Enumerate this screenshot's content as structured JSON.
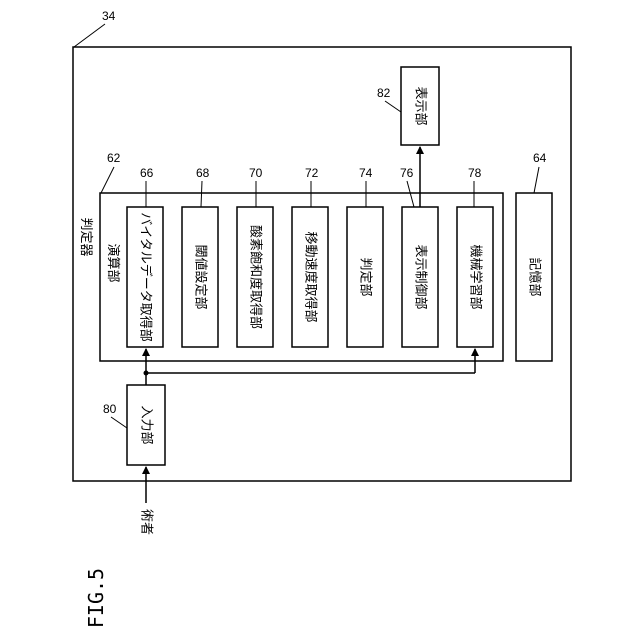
{
  "figure": {
    "label": "FIG.5"
  },
  "device": {
    "ref": "34"
  },
  "judge_unit": {
    "label": "判定器"
  },
  "operation_unit": {
    "label": "演算部",
    "ref": "62"
  },
  "modules": [
    {
      "id": "vital",
      "label": "バイタルデータ取得部",
      "ref": "66"
    },
    {
      "id": "threshold",
      "label": "閾値設定部",
      "ref": "68"
    },
    {
      "id": "oxygen",
      "label": "酸素飽和度取得部",
      "ref": "70"
    },
    {
      "id": "speed",
      "label": "移動速度取得部",
      "ref": "72"
    },
    {
      "id": "judge",
      "label": "判定部",
      "ref": "74"
    },
    {
      "id": "display-control",
      "label": "表示制御部",
      "ref": "76"
    },
    {
      "id": "ml",
      "label": "機械学習部",
      "ref": "78"
    }
  ],
  "memory": {
    "label": "記憶部",
    "ref": "64"
  },
  "display": {
    "label": "表示部",
    "ref": "82"
  },
  "input": {
    "label": "入力部",
    "ref": "80"
  },
  "operator": {
    "label": "術者"
  }
}
